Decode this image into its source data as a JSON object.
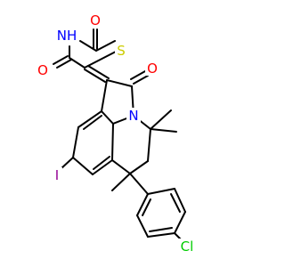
{
  "molecule": {
    "colors": {
      "bond": "#000000",
      "oxygen": "#ff0000",
      "nitrogen": "#0000ff",
      "sulfur": "#cccc00",
      "iodine": "#940094",
      "chlorine": "#00cc00",
      "background": "#ffffff"
    },
    "atoms": {
      "o_thiazolidine_c2": {
        "element": "O",
        "label": "O"
      },
      "s_thiazolidine": {
        "element": "S",
        "label": "S"
      },
      "nh_thiazolidine": {
        "element": "N",
        "label": "NH"
      },
      "o_thiazolidine_c4": {
        "element": "O",
        "label": "O"
      },
      "o_lactam": {
        "element": "O",
        "label": "O"
      },
      "n_lactam": {
        "element": "N",
        "label": "N"
      },
      "iodine": {
        "element": "I",
        "label": "I"
      },
      "chlorine": {
        "element": "Cl",
        "label": "Cl"
      }
    }
  }
}
